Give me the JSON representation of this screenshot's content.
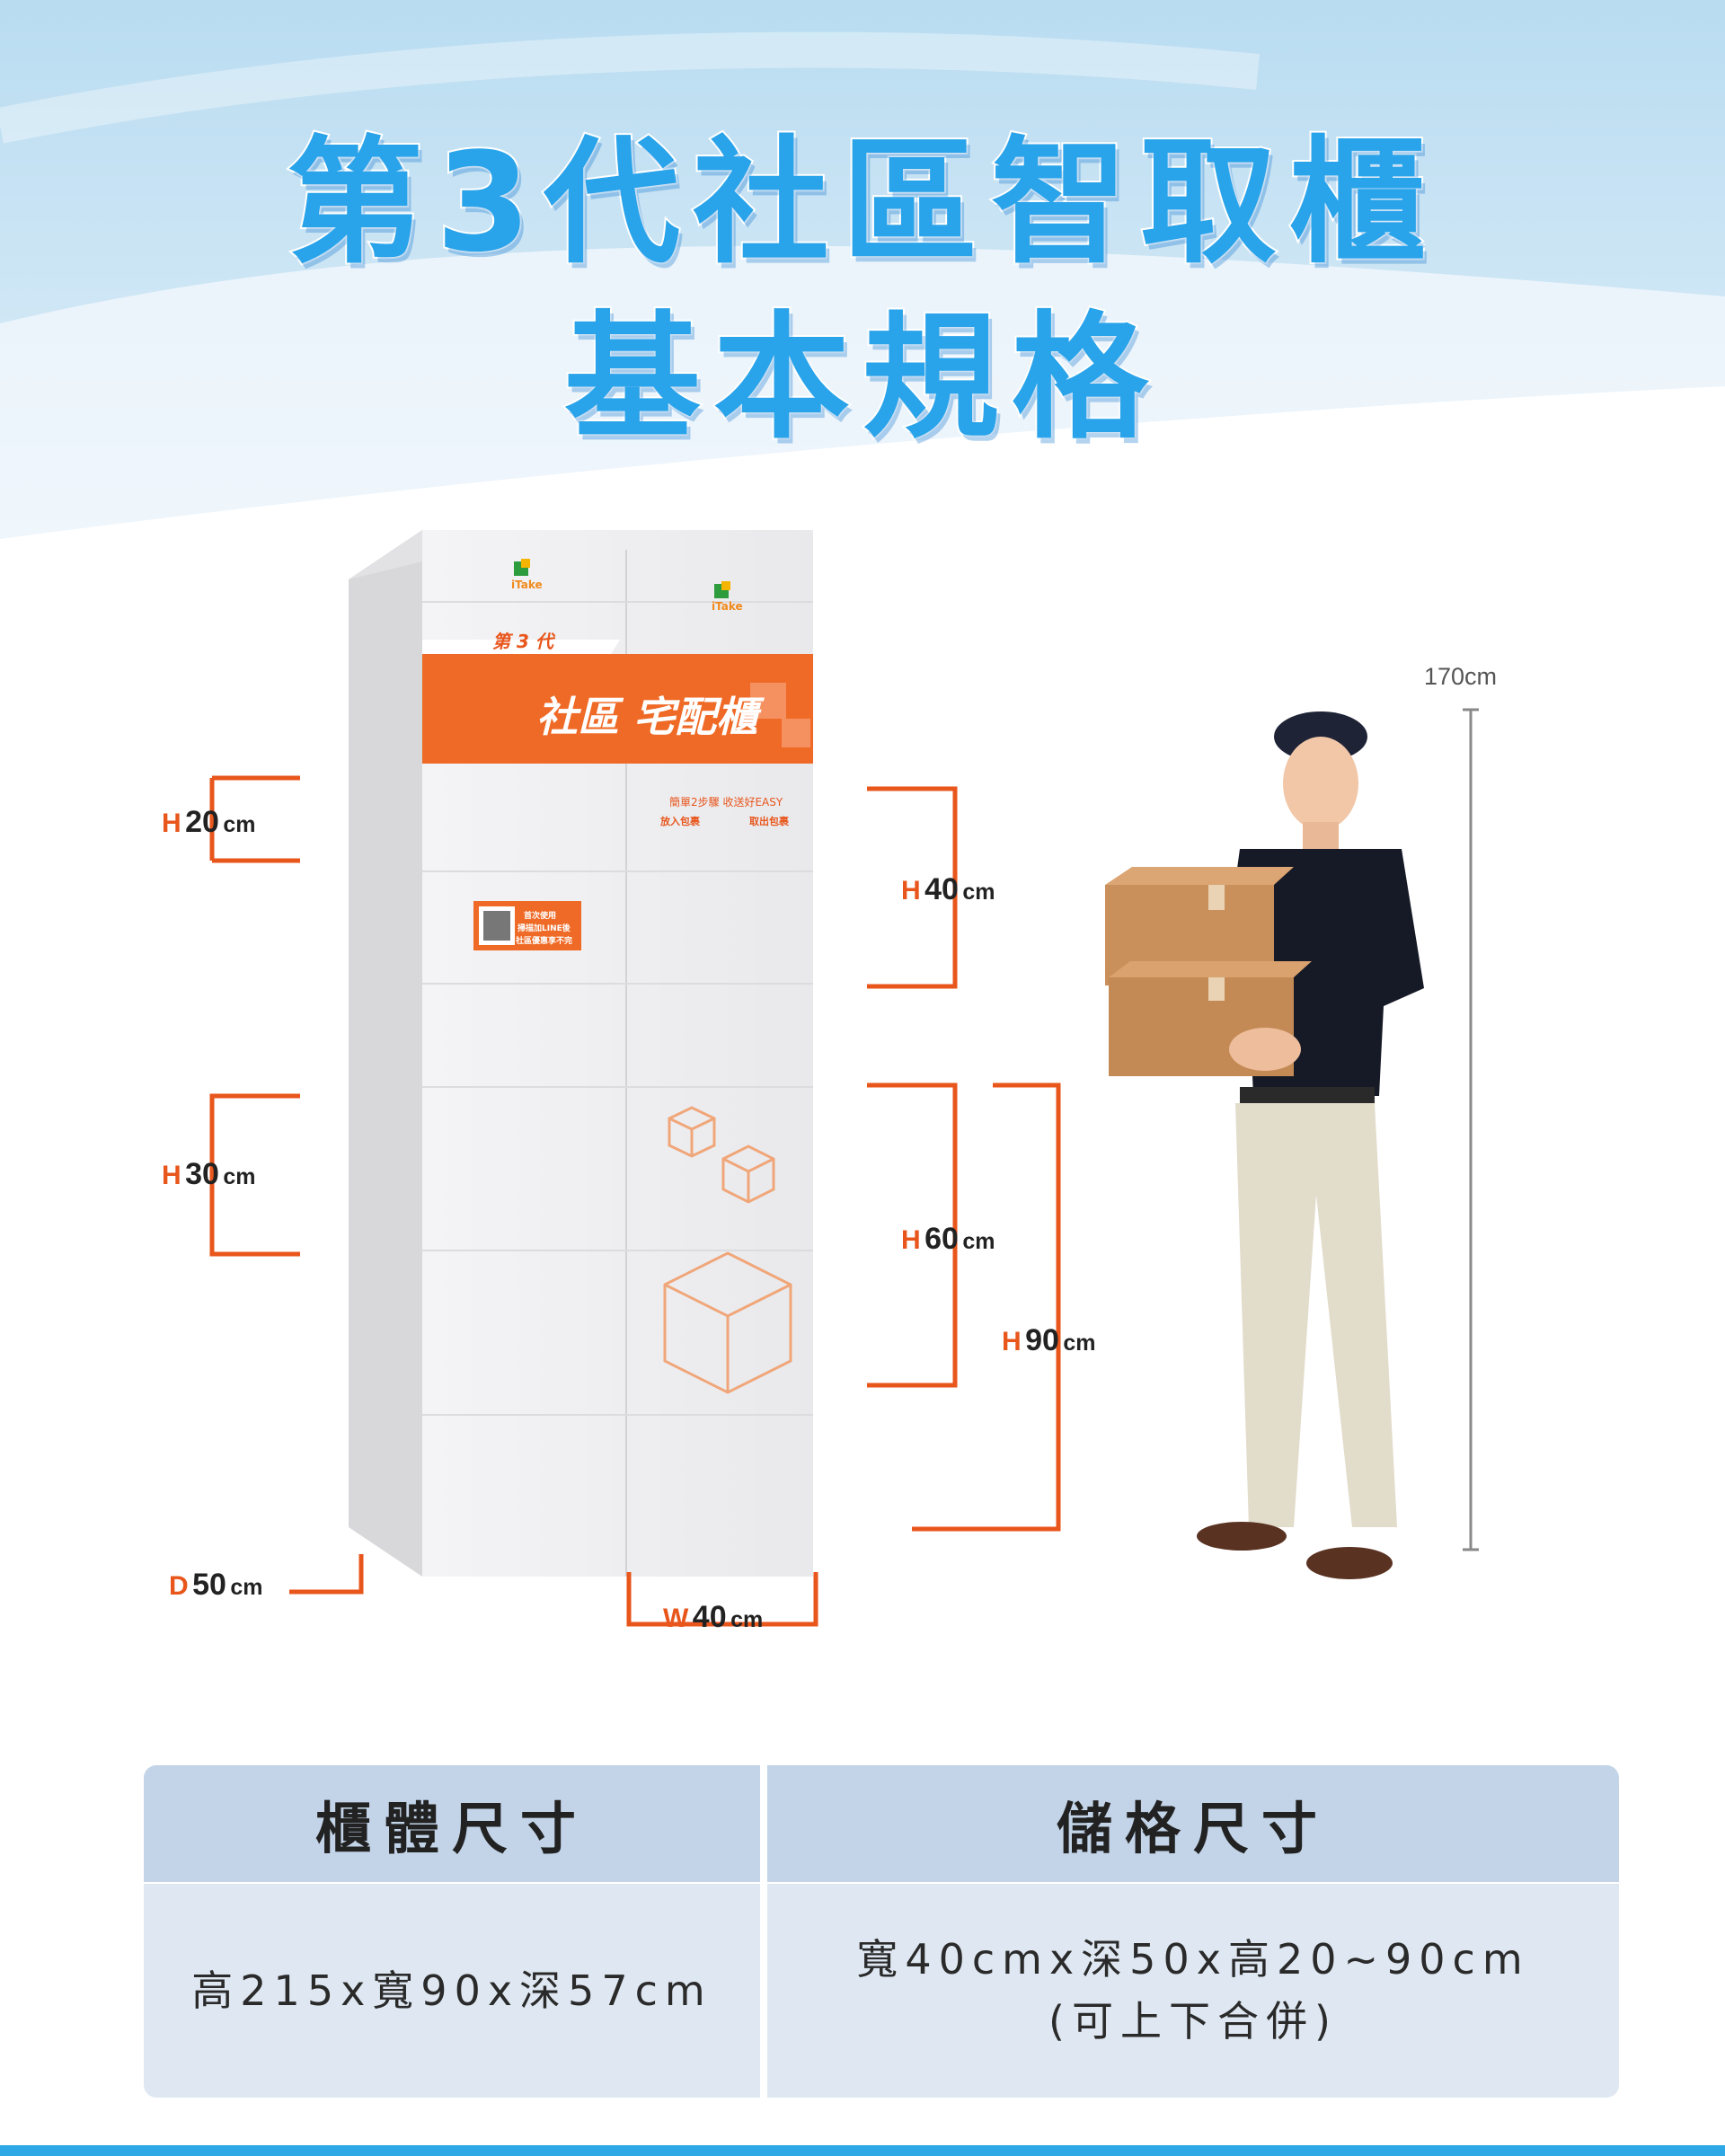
{
  "title": {
    "line1": "第3代社區智取櫃",
    "line2": "基本規格"
  },
  "locker": {
    "brand": "iTake",
    "banner_tag": "第 3 代",
    "banner_title": "社區 宅配櫃",
    "instruction_heading": "簡單2步驟 收送好EASY",
    "put_in": "放入包裹",
    "take_out": "取出包裹",
    "qr_line1": "首次使用",
    "qr_line2": "掃描加LINE後",
    "qr_line3": "社區優惠享不完"
  },
  "measurements": {
    "h20": {
      "pre": "H",
      "num": "20",
      "unit": "cm"
    },
    "h30": {
      "pre": "H",
      "num": "30",
      "unit": "cm"
    },
    "d50": {
      "pre": "D",
      "num": "50",
      "unit": "cm"
    },
    "w40": {
      "pre": "W",
      "num": "40",
      "unit": "cm"
    },
    "h40": {
      "pre": "H",
      "num": "40",
      "unit": "cm"
    },
    "h60": {
      "pre": "H",
      "num": "60",
      "unit": "cm"
    },
    "h90": {
      "pre": "H",
      "num": "90",
      "unit": "cm"
    },
    "person_height": "170cm"
  },
  "table": {
    "header1": "櫃體尺寸",
    "header2": "儲格尺寸",
    "cell1": "高215x寬90x深57cm",
    "cell2_line1": "寬40cmx深50x高20~90cm",
    "cell2_line2": "(可上下合併)"
  },
  "colors": {
    "title_blue": "#29a3ea",
    "accent_orange": "#e8561c",
    "table_header": "#c3d4e8",
    "table_body": "#dfe8f2"
  }
}
